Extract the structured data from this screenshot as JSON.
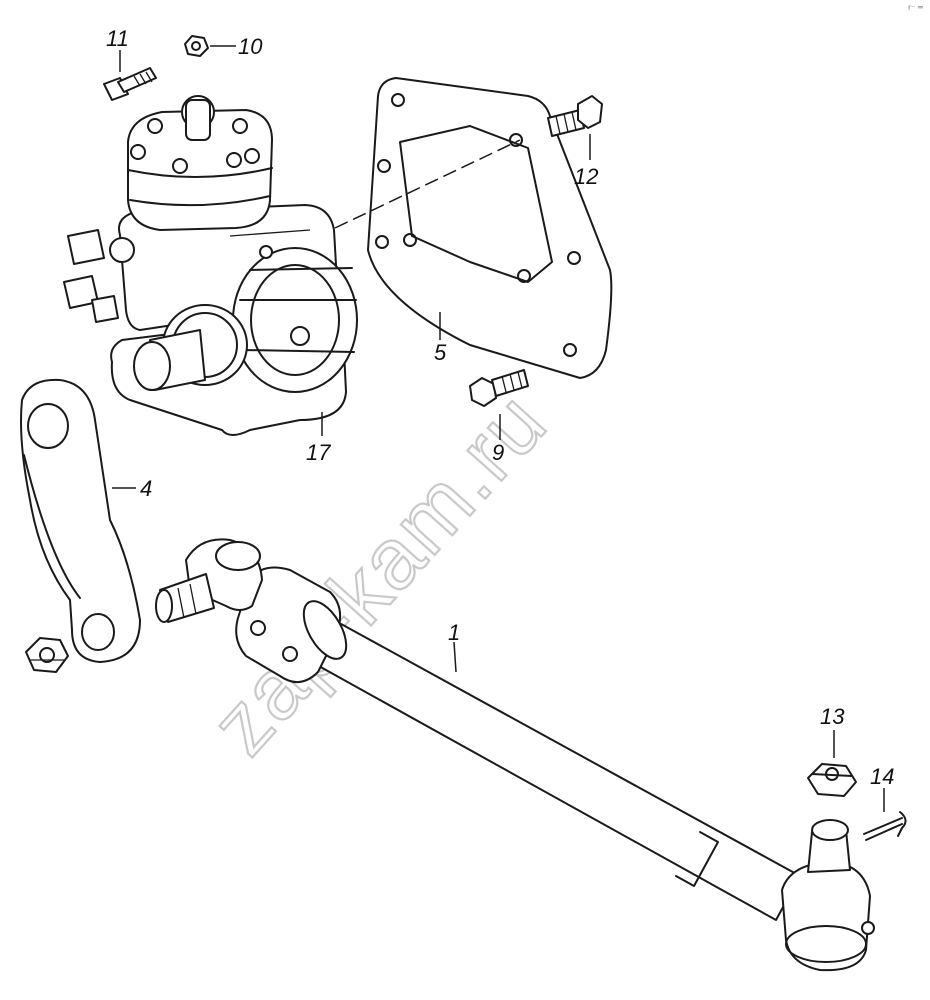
{
  "watermark": "zap-kam.ru",
  "callouts": {
    "c1": "1",
    "c4": "4",
    "c5": "5",
    "c9": "9",
    "c10": "10",
    "c11": "11",
    "c12": "12",
    "c13": "13",
    "c14": "14",
    "c17": "17"
  },
  "corner_mark": "r⁻ ═"
}
